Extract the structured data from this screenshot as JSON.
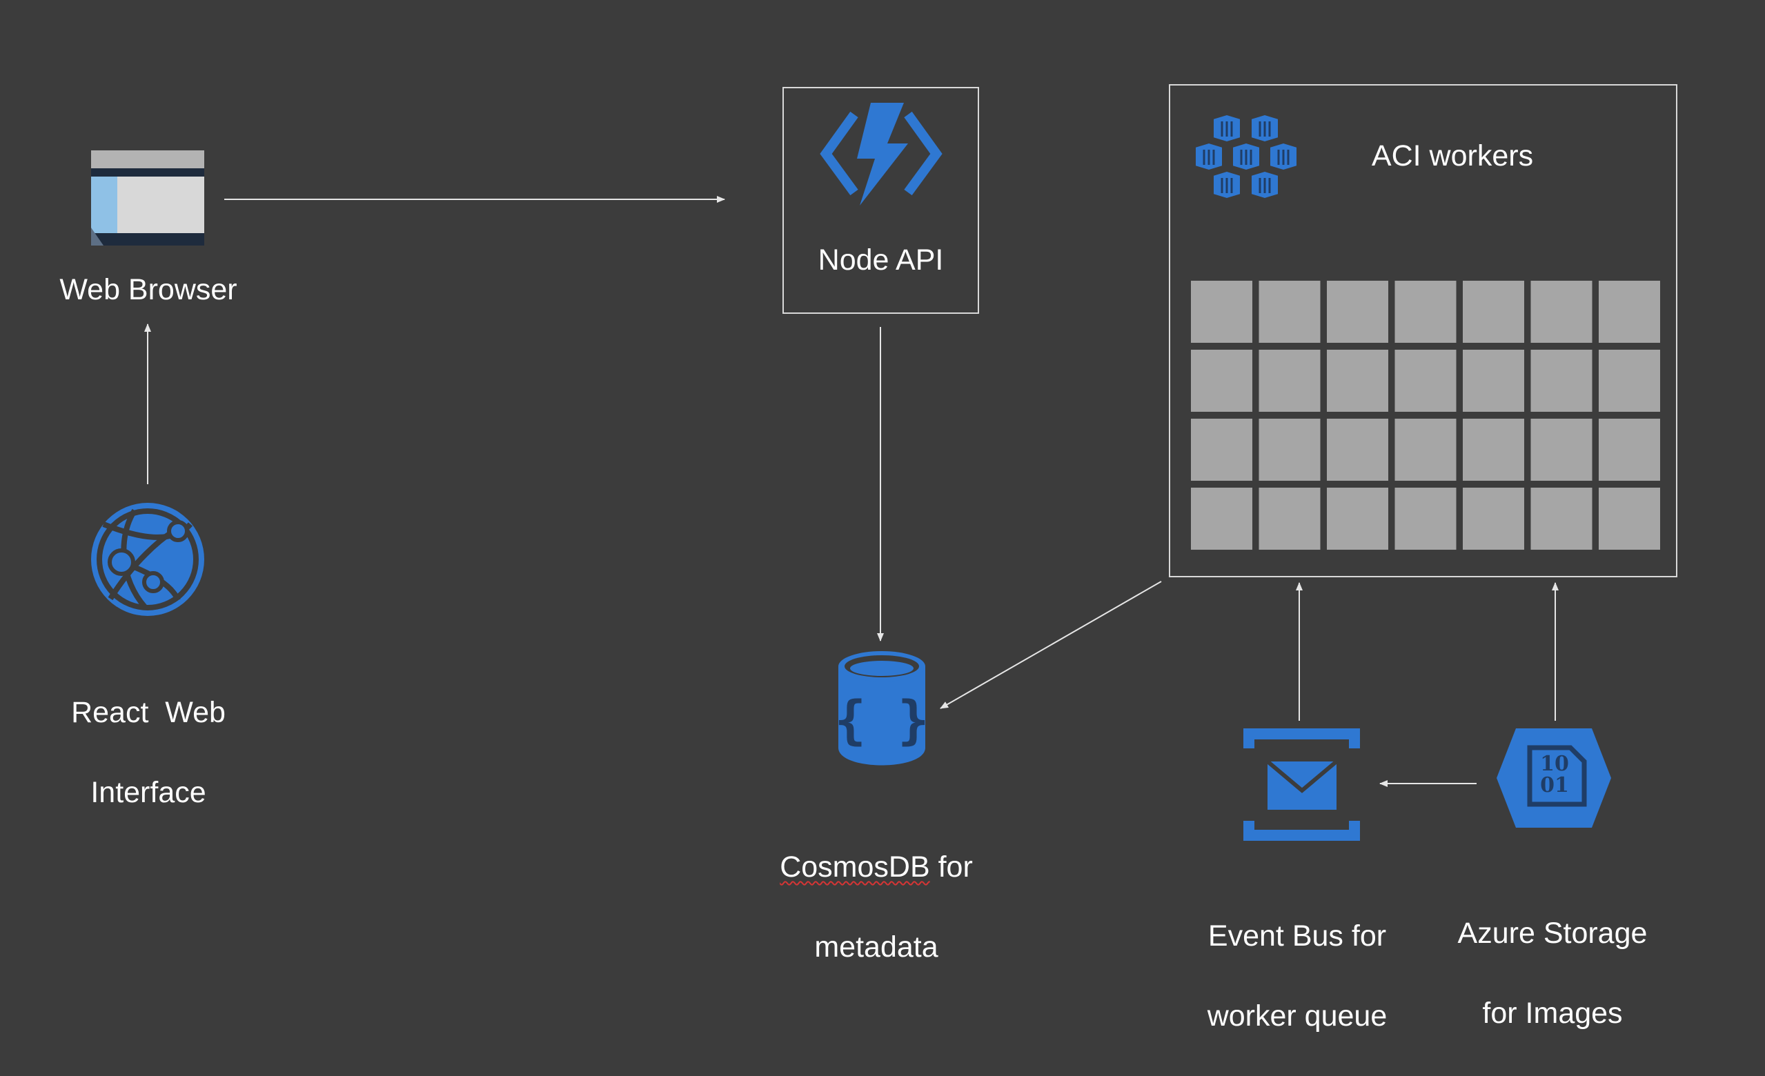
{
  "nodes": {
    "web_browser": {
      "label": "Web Browser"
    },
    "react_web_interface": {
      "label_line1": "React  Web",
      "label_line2": "Interface"
    },
    "node_api": {
      "label": "Node API"
    },
    "cosmosdb": {
      "label_word1": "CosmosDB",
      "label_rest1": " for",
      "label_line2": "metadata"
    },
    "aci_workers": {
      "label": "ACI workers"
    },
    "event_bus": {
      "label_line1": "Event Bus for",
      "label_line2": "worker queue"
    },
    "azure_storage": {
      "label_line1": "Azure Storage",
      "label_line2": "for Images",
      "icon_text_line1": "10",
      "icon_text_line2": "01"
    }
  },
  "worker_grid": {
    "rows": 4,
    "columns": 7
  },
  "edges": [
    {
      "from": "react_web_interface",
      "to": "web_browser"
    },
    {
      "from": "web_browser",
      "to": "node_api"
    },
    {
      "from": "node_api",
      "to": "cosmosdb"
    },
    {
      "from": "aci_workers",
      "to": "cosmosdb"
    },
    {
      "from": "event_bus",
      "to": "aci_workers"
    },
    {
      "from": "azure_storage",
      "to": "aci_workers"
    },
    {
      "from": "azure_storage",
      "to": "event_bus"
    }
  ],
  "colors": {
    "background": "#3c3c3c",
    "azure_blue": "#2f78d2",
    "line": "#e6e6e6",
    "grid_cell": "#a6a6a6",
    "spellcheck": "#d53535"
  }
}
